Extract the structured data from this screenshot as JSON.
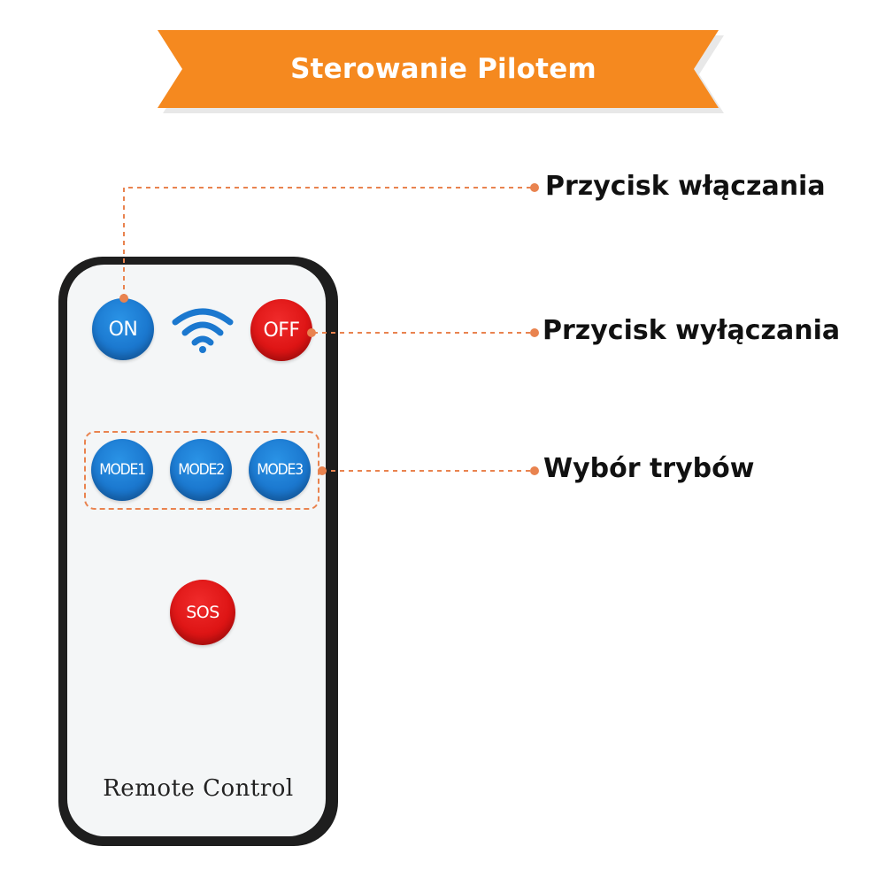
{
  "banner": {
    "title": "Sterowanie Pilotem"
  },
  "remote": {
    "buttons": {
      "on": "ON",
      "off": "OFF",
      "mode1": "MODE1",
      "mode2": "MODE2",
      "mode3": "MODE3",
      "sos": "SOS"
    },
    "label": "Remote Control"
  },
  "callouts": {
    "power_on": "Przycisk włączania",
    "power_off": "Przycisk wyłączania",
    "modes": "Wybór trybów"
  },
  "colors": {
    "banner_orange": "#f5891f",
    "callout_line": "#e9834f",
    "button_blue": "#1b78cf",
    "button_red": "#de1515"
  }
}
